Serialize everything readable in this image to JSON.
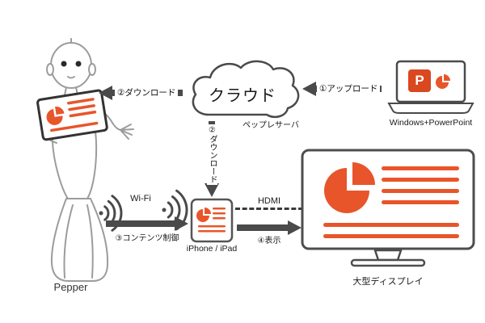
{
  "colors": {
    "accent": "#e8552b",
    "powerpoint_orange": "#d9481f",
    "arrow": "#4a4a4a",
    "outline": "#4d4d4d",
    "robot_line": "#9c9c9c"
  },
  "nodes": {
    "cloud": {
      "title": "クラウド",
      "subtitle": "ペップレサーバ"
    },
    "laptop": {
      "label": "Windows+PowerPoint",
      "logo_letter": "P"
    },
    "robot": {
      "label": "Pepper"
    },
    "mobile": {
      "label": "iPhone / iPad"
    },
    "display": {
      "label": "大型ディスプレイ"
    }
  },
  "arrows": {
    "upload": {
      "label": "①アップロード"
    },
    "download_robot": {
      "label": "②ダウンロード"
    },
    "download_mobile": {
      "label": "②ダウンロード"
    },
    "control": {
      "label": "③コンテンツ制御"
    },
    "output": {
      "label": "④表示"
    }
  },
  "links": {
    "wifi": "Wi-Fi",
    "hdmi": "HDMI"
  }
}
